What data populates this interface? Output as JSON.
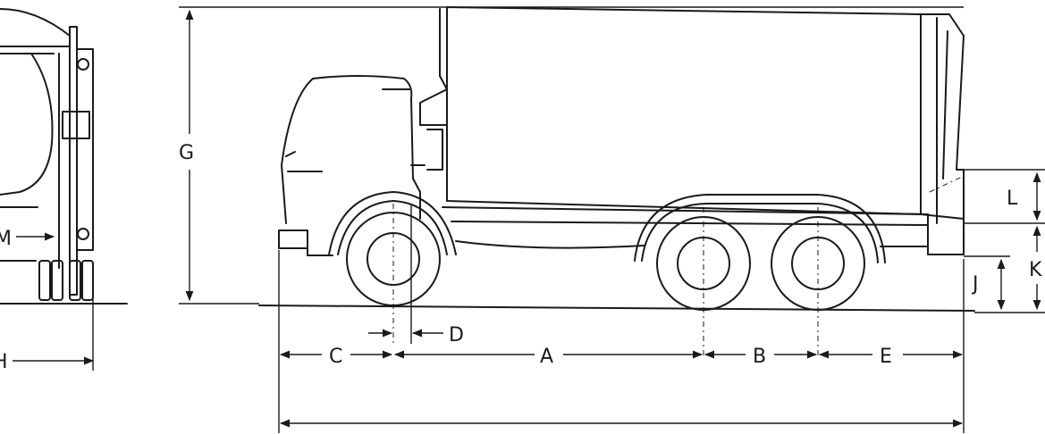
{
  "labels": {
    "a": "A",
    "b": "B",
    "c": "C",
    "d": "D",
    "e": "E",
    "g": "G",
    "h": "H",
    "j": "J",
    "k": "K",
    "l": "L",
    "m": "M"
  },
  "colors": {
    "ink": "#1a1a1a",
    "paper": "#ffffff"
  }
}
